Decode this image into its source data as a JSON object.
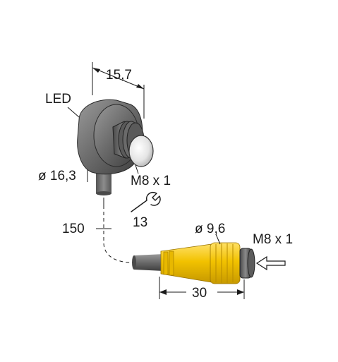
{
  "labels": {
    "width_top": "15,7",
    "led": "LED",
    "diameter_sensor": "ø 16,3",
    "thread_sensor": "M8 x 1",
    "wrench_size": "13",
    "cable_length": "150",
    "diameter_connector": "ø 9,6",
    "thread_connector": "M8 x 1",
    "connector_length": "30"
  },
  "icons": [
    "wrench-icon",
    "arrow-left-icon"
  ],
  "colors": {
    "sensor_body": "#6b6b6b",
    "connector_yellow": "#f2c200",
    "cable": "#7a7a7a",
    "line": "#1a1a1a"
  }
}
